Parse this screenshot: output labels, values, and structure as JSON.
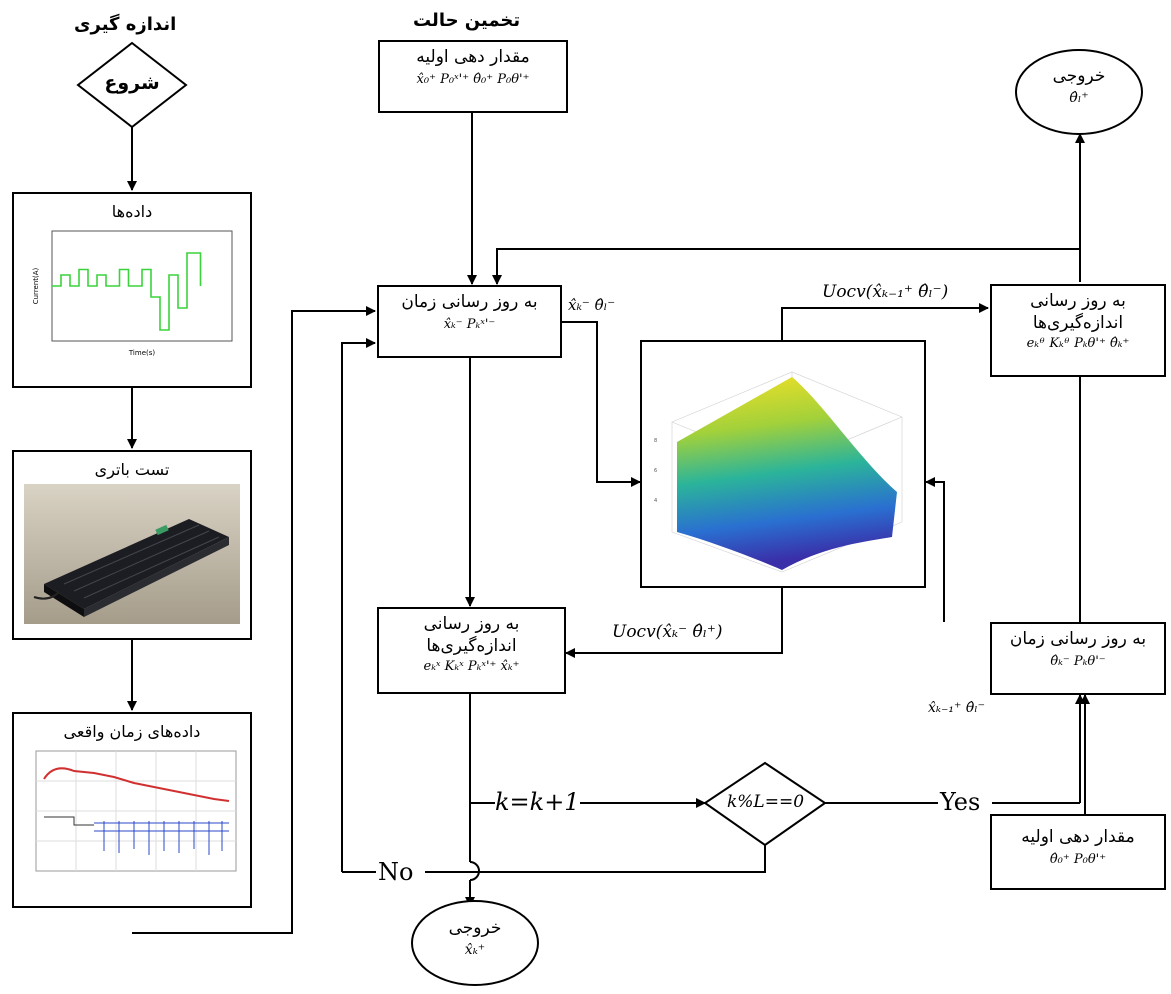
{
  "headers": {
    "measurement": "اندازه گیری",
    "state_estimation": "تخمین حالت"
  },
  "left": {
    "start": "شروع",
    "data_title": "داده‌ها",
    "battery_test_title": "تست باتری",
    "realtime_title": "داده‌های زمان واقعی"
  },
  "boxes": {
    "init_top": {
      "title": "مقدار دهی اولیه",
      "math": "x̂₀⁺  P₀ˣ'⁺  θ̂₀⁺  P₀θ'⁺"
    },
    "time_update_mid": {
      "title": "به روز رسانی زمان",
      "math": "x̂ₖ⁻   Pₖˣ'⁻"
    },
    "meas_update_mid": {
      "title": "به روز رسانی اندازه‌گیری‌ها",
      "math": "eₖˣ   Kₖˣ   Pₖˣ'⁺   x̂ₖ⁺"
    },
    "meas_update_right": {
      "title": "به روز رسانی اندازه‌گیری‌ها",
      "math": "eₖᶿ   Kₖᶿ   Pₖθ'⁺   θ̂ₖ⁺"
    },
    "time_update_right": {
      "title": "به روز رسانی زمان",
      "math": "θ̂ₖ⁻   Pₖθ'⁻"
    },
    "init_bottom": {
      "title": "مقدار دهی اولیه",
      "math": "θ̂₀⁺   P₀θ'⁺"
    }
  },
  "outputs": {
    "top_right": {
      "title": "خروجی",
      "math": "θ̂ₗ⁺"
    },
    "bottom": {
      "title": "خروجی",
      "math": "x̂ₖ⁺"
    }
  },
  "labels": {
    "xk_theta_minus": "x̂ₖ⁻  θ̂ₗ⁻",
    "uocv_top": "Uocv(x̂ₖ₋₁⁺ θ̂ₗ⁻)",
    "uocv_mid": "Uocv(x̂ₖ⁻ θ̂ₗ⁺)",
    "xk1_theta": "x̂ₖ₋₁⁺  θ̂ₗ⁻",
    "k_increment": "k=k+1",
    "condition": "k%L==0",
    "yes": "Yes",
    "no": "No"
  },
  "chart_data": {
    "type": "line",
    "title": "",
    "x": [
      0,
      20,
      20,
      40,
      40,
      60,
      60,
      80,
      80,
      100,
      100,
      120,
      120,
      150,
      150,
      170,
      170,
      200,
      200,
      220,
      220,
      240,
      240,
      260,
      260,
      280,
      280,
      300,
      300,
      330,
      330
    ],
    "y": [
      0,
      0,
      2,
      2,
      0,
      0,
      3,
      3,
      0,
      0,
      2,
      2,
      0,
      0,
      3,
      3,
      0,
      0,
      3,
      3,
      -2,
      -2,
      -8,
      -8,
      2,
      2,
      -4,
      -4,
      6,
      6,
      0
    ],
    "xlabel": "Time(s)",
    "ylabel": "Current(A)",
    "xlim": [
      0,
      400
    ],
    "ylim": [
      -10,
      10
    ]
  }
}
